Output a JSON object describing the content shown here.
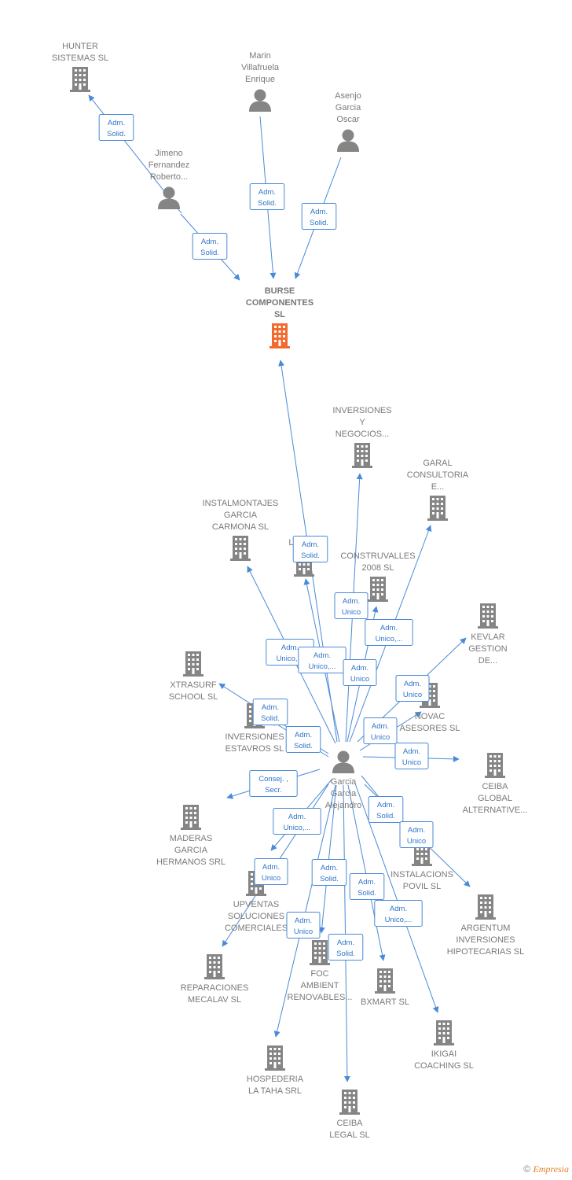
{
  "colors": {
    "edge": "#4a8ad6",
    "edge_label": "#2f74c9",
    "node": "#858585",
    "main_node": "#f26a2e"
  },
  "icons": {
    "company": "building-icon",
    "person": "person-icon"
  },
  "nodes": [
    {
      "id": "burse",
      "type": "company",
      "main": true,
      "lines": [
        "BURSE",
        "COMPONENTES",
        "SL"
      ]
    },
    {
      "id": "hunter",
      "type": "company",
      "lines": [
        "HUNTER",
        "SISTEMAS  SL"
      ]
    },
    {
      "id": "marin",
      "type": "person",
      "lines": [
        "Marin",
        "Villafruela",
        "Enrique"
      ]
    },
    {
      "id": "asenjo",
      "type": "person",
      "lines": [
        "Asenjo",
        "Garcia",
        "Oscar"
      ]
    },
    {
      "id": "jimeno",
      "type": "person",
      "lines": [
        "Jimeno",
        "Fernandez",
        "Roberto..."
      ]
    },
    {
      "id": "garcia",
      "type": "person",
      "lines": [
        "Garcia",
        "Garcia",
        "Alejandro"
      ]
    },
    {
      "id": "inversiones_negocios",
      "type": "company",
      "lines": [
        "INVERSIONES",
        "Y",
        "NEGOCIOS..."
      ]
    },
    {
      "id": "garal",
      "type": "company",
      "lines": [
        "GARAL",
        "CONSULTORIA",
        "E..."
      ]
    },
    {
      "id": "instalmontajes",
      "type": "company",
      "lines": [
        "INSTALMONTAJES",
        "GARCIA",
        "CARMONA  SL"
      ]
    },
    {
      "id": "liza",
      "type": "company",
      "lines": [
        "LIZA  SL"
      ]
    },
    {
      "id": "construvalles",
      "type": "company",
      "lines": [
        "CONSTRUVALLES",
        "2008 SL"
      ]
    },
    {
      "id": "kevlar",
      "type": "company",
      "lines": [
        "KEVLAR",
        "GESTION",
        "DE..."
      ]
    },
    {
      "id": "xtrasurf",
      "type": "company",
      "lines": [
        "XTRASURF",
        "SCHOOL  SL"
      ]
    },
    {
      "id": "estavros",
      "type": "company",
      "lines": [
        "INVERSIONES",
        "ESTAVROS  SL"
      ]
    },
    {
      "id": "novac",
      "type": "company",
      "lines": [
        "NOVAC",
        "ASESORES  SL"
      ]
    },
    {
      "id": "ceiba_global",
      "type": "company",
      "lines": [
        "CEIBA",
        "GLOBAL",
        "ALTERNATIVE..."
      ]
    },
    {
      "id": "maderas",
      "type": "company",
      "lines": [
        "MADERAS",
        "GARCIA",
        "HERMANOS SRL"
      ]
    },
    {
      "id": "instalacions",
      "type": "company",
      "lines": [
        "INSTALACIONS",
        "POVIL  SL"
      ]
    },
    {
      "id": "upventas",
      "type": "company",
      "lines": [
        "UPVENTAS",
        "SOLUCIONES",
        "COMERCIALES"
      ]
    },
    {
      "id": "argentum",
      "type": "company",
      "lines": [
        "ARGENTUM",
        "INVERSIONES",
        "HIPOTECARIAS SL"
      ]
    },
    {
      "id": "reparaciones",
      "type": "company",
      "lines": [
        "REPARACIONES",
        "MECALAV  SL"
      ]
    },
    {
      "id": "foc",
      "type": "company",
      "lines": [
        "FOC",
        "AMBIENT",
        "RENOVABLES..."
      ]
    },
    {
      "id": "bxmart",
      "type": "company",
      "lines": [
        "BXMART  SL"
      ]
    },
    {
      "id": "ikigai",
      "type": "company",
      "lines": [
        "IKIGAI",
        "COACHING  SL"
      ]
    },
    {
      "id": "hospederia",
      "type": "company",
      "lines": [
        "HOSPEDERIA",
        "LA TAHA SRL"
      ]
    },
    {
      "id": "ceiba_legal",
      "type": "company",
      "lines": [
        "CEIBA",
        "LEGAL  SL"
      ]
    }
  ],
  "edges": [
    {
      "from": "jimeno",
      "to": "hunter",
      "label": [
        "Adm.",
        "Solid."
      ]
    },
    {
      "from": "jimeno",
      "to": "burse",
      "label": [
        "Adm.",
        "Solid."
      ]
    },
    {
      "from": "marin",
      "to": "burse",
      "label": [
        "Adm.",
        "Solid."
      ]
    },
    {
      "from": "asenjo",
      "to": "burse",
      "label": [
        "Adm.",
        "Solid."
      ]
    },
    {
      "from": "garcia",
      "to": "burse",
      "label": [
        "Adm.",
        "Solid."
      ]
    },
    {
      "from": "garcia",
      "to": "inversiones_negocios",
      "label": [
        "Adm.",
        "Unico"
      ]
    },
    {
      "from": "garcia",
      "to": "garal",
      "label": [
        "Adm.",
        "Unico,..."
      ]
    },
    {
      "from": "garcia",
      "to": "instalmontajes",
      "label": [
        "Adm.",
        "Unico,..."
      ]
    },
    {
      "from": "garcia",
      "to": "liza",
      "label": [
        "Adm.",
        "Unico,..."
      ]
    },
    {
      "from": "garcia",
      "to": "construvalles",
      "label": [
        "Adm.",
        "Unico"
      ]
    },
    {
      "from": "garcia",
      "to": "kevlar",
      "label": [
        "Adm.",
        "Unico"
      ]
    },
    {
      "from": "garcia",
      "to": "xtrasurf",
      "label": [
        "Adm.",
        "Solid."
      ]
    },
    {
      "from": "garcia",
      "to": "estavros",
      "label": [
        "Adm.",
        "Solid."
      ]
    },
    {
      "from": "garcia",
      "to": "novac",
      "label": [
        "Adm.",
        "Unico"
      ]
    },
    {
      "from": "garcia",
      "to": "ceiba_global",
      "label": [
        "Adm.",
        "Unico"
      ]
    },
    {
      "from": "garcia",
      "to": "maderas",
      "label": [
        "Consej. ,",
        "Secr."
      ]
    },
    {
      "from": "garcia",
      "to": "instalacions",
      "label": [
        "Adm.",
        "Solid."
      ]
    },
    {
      "from": "garcia",
      "to": "upventas",
      "label": [
        "Adm.",
        "Unico,..."
      ]
    },
    {
      "from": "garcia",
      "to": "argentum",
      "label": [
        "Adm.",
        "Unico"
      ]
    },
    {
      "from": "garcia",
      "to": "reparaciones",
      "label": [
        "Adm.",
        "Unico"
      ]
    },
    {
      "from": "garcia",
      "to": "foc",
      "label": [
        "Adm.",
        "Solid."
      ]
    },
    {
      "from": "garcia",
      "to": "bxmart",
      "label": [
        "Adm.",
        "Solid."
      ]
    },
    {
      "from": "garcia",
      "to": "ikigai",
      "label": [
        "Adm.",
        "Unico,..."
      ]
    },
    {
      "from": "garcia",
      "to": "hospederia",
      "label": [
        "Adm.",
        "Unico"
      ]
    },
    {
      "from": "garcia",
      "to": "ceiba_legal",
      "label": [
        "Adm.",
        "Solid."
      ]
    }
  ],
  "footer": {
    "copyright": "©",
    "brand": "Empresia"
  }
}
